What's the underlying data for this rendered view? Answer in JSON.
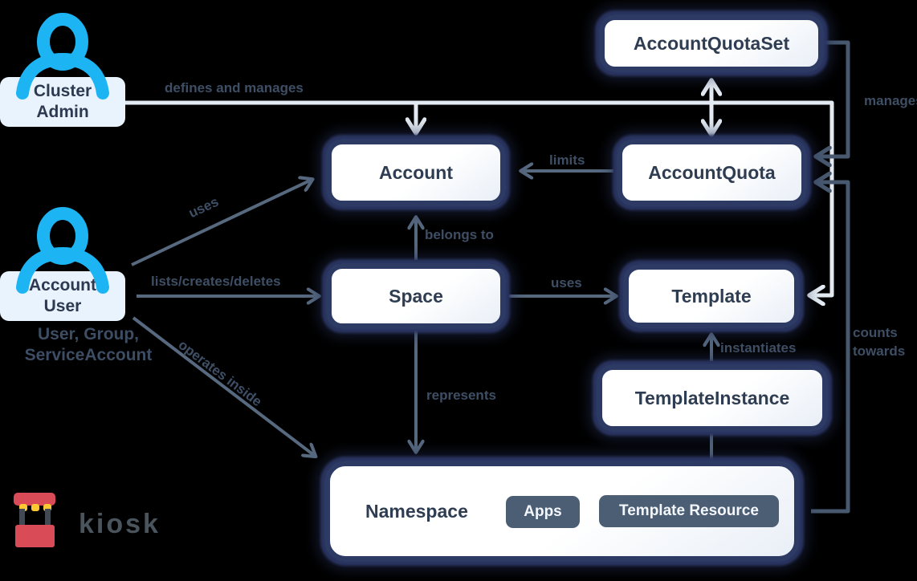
{
  "diagram": {
    "nodes": {
      "account_quota_set": {
        "label": "AccountQuotaSet"
      },
      "account": {
        "label": "Account"
      },
      "account_quota": {
        "label": "AccountQuota"
      },
      "space": {
        "label": "Space"
      },
      "template": {
        "label": "Template"
      },
      "template_instance": {
        "label": "TemplateInstance"
      },
      "namespace": {
        "label": "Namespace"
      },
      "apps_badge": {
        "label": "Apps"
      },
      "template_resource_badge": {
        "label": "Template Resource"
      }
    },
    "actors": {
      "cluster_admin": {
        "label": "Cluster Admin"
      },
      "account_user": {
        "label": "Account User",
        "caption": "User, Group, ServiceAccount"
      }
    },
    "edges": {
      "defines_and_manages": "defines and manages",
      "manages": "manages",
      "limits": "limits",
      "belongs_to": "belongs to",
      "uses_account": "uses",
      "lists_creates_deletes": "lists/creates/deletes",
      "uses_template": "uses",
      "operates_inside": "operates inside",
      "represents": "represents",
      "instantiates": "instantiates",
      "counts_towards": "counts towards"
    },
    "logo": {
      "text": "kiosk"
    },
    "colors": {
      "background": "#000000",
      "node_border": "#2c3a64",
      "node_fill": "#ffffff",
      "node_text": "#2f3d52",
      "edge_light": "#e3eaf2",
      "edge_slate": "#57697f",
      "edge_dark": "#48596f",
      "edge_label_text": "#3e4e64",
      "actor_icon_blue": "#1db4f4",
      "actor_label_bg": "#e9f3fd",
      "pill_bg": "#4b5e74",
      "pill_text": "#f3f6fa",
      "logo_red": "#d84b57",
      "logo_yellow": "#fdc832",
      "logo_gray": "#414a52",
      "logo_text": "#4a545c"
    }
  }
}
